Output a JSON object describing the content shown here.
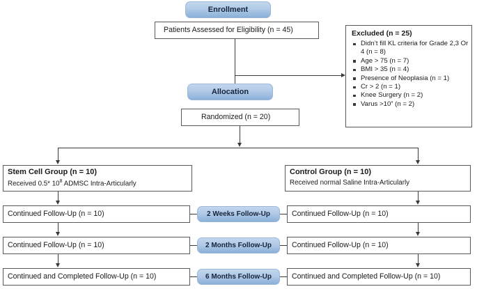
{
  "stages": {
    "enrollment": "Enrollment",
    "allocation": "Allocation"
  },
  "enrollment": {
    "assessed": "Patients Assessed for Eligibility (n = 45)"
  },
  "excluded": {
    "title": "Excluded (n = 25)",
    "items": [
      "Didn’t fill KL criteria for Grade 2,3 Or 4 (n = 8)",
      "Age > 75 (n = 7)",
      "BMI > 35 (n = 4)",
      "Presence of Neoplasia (n = 1)",
      "Cr > 2 (n = 1)",
      "Knee Surgery (n = 2)",
      "Varus >10” (n = 2)"
    ]
  },
  "allocation": {
    "randomized": "Randomized (n = 20)"
  },
  "arms": {
    "stem": {
      "title": "Stem Cell Group (n = 10)",
      "sub_pre": "Received 0.5* 10",
      "sub_sup": "8",
      "sub_post": " ADMSC Intra-Articularly"
    },
    "control": {
      "title": "Control Group (n = 10)",
      "sub": "Received normal Saline Intra-Articularly"
    }
  },
  "followups": [
    {
      "label": "2 Weeks Follow-Up",
      "left": "Continued Follow-Up (n = 10)",
      "right": "Continued Follow-Up (n = 10)"
    },
    {
      "label": "2 Months Follow-Up",
      "left": "Continued Follow-Up (n = 10)",
      "right": "Continued Follow-Up (n = 10)"
    },
    {
      "label": "6 Months Follow-Up",
      "left": "Continued and Completed Follow-Up (n = 10)",
      "right": "Continued and Completed Follow-Up (n = 10)"
    }
  ],
  "colors": {
    "pill_top": "#c3d7ee",
    "pill_bottom": "#89b0d8",
    "box_border": "#595959",
    "connector": "#3a3a3a"
  }
}
